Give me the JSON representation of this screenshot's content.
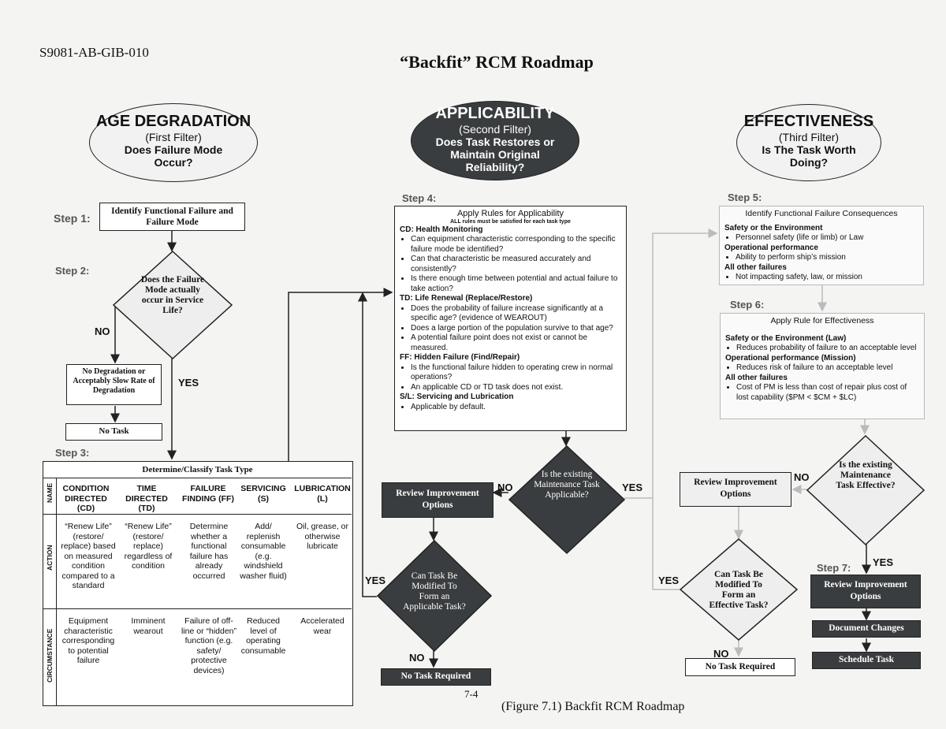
{
  "doc_number": "S9081-AB-GIB-010",
  "title": "“Backfit” RCM Roadmap",
  "filters": {
    "age": {
      "title": "AGE DEGRADATION",
      "subtitle": "(First Filter)",
      "question": "Does Failure Mode Occur?"
    },
    "applicability": {
      "title": "APPLICABILITY",
      "subtitle": "(Second Filter)",
      "question": "Does Task Restores or Maintain Original Reliability?"
    },
    "effectiveness": {
      "title": "EFFECTIVENESS",
      "subtitle": "(Third Filter)",
      "question": "Is The Task Worth Doing?"
    }
  },
  "steps": {
    "s1": "Step 1:",
    "s2": "Step 2:",
    "s3": "Step 3:",
    "s4": "Step 4:",
    "s5": "Step 5:",
    "s6": "Step 6:",
    "s7": "Step 7:"
  },
  "left": {
    "identify": "Identify Functional Failure and Failure Mode",
    "decision": "Does the Failure Mode actually occur in Service Life?",
    "no": "NO",
    "yes": "YES",
    "no_degradation": "No Degradation or Acceptably Slow Rate of Degradation",
    "no_task": "No Task"
  },
  "task_table": {
    "title": "Determine/Classify Task Type",
    "row_labels": [
      "NAME",
      "ACTION",
      "CIRCUMSTANCE"
    ],
    "names": [
      "CONDITION DIRECTED (CD)",
      "TIME DIRECTED (TD)",
      "FAILURE FINDING (FF)",
      "SERVICING (S)",
      "LUBRICATION (L)"
    ],
    "actions": [
      "“Renew Life” (restore/ replace) based on measured condition compared to a standard",
      "“Renew Life” (restore/ replace) regardless of condition",
      "Determine whether a functional failure has already occurred",
      "Add/ replenish consumable (e.g. windshield washer fluid)",
      "Oil, grease, or otherwise lubricate"
    ],
    "circumstances": [
      "Equipment characteristic corresponding to potential failure",
      "Imminent wearout",
      "Failure of off-line or “hidden” function (e.g. safety/ protective devices)",
      "Reduced level of operating consumable",
      "Accelerated wear"
    ]
  },
  "applicability_rules": {
    "heading": "Apply Rules for Applicability",
    "note": "ALL rules must be satisfied for each task type",
    "sections": [
      {
        "head": "CD:  Health Monitoring",
        "items": [
          "Can equipment characteristic corresponding to the specific failure mode be identified?",
          "Can that characteristic be measured accurately and consistently?",
          "Is there enough time between potential and actual failure to take action?"
        ]
      },
      {
        "head": "TD:  Life Renewal (Replace/Restore)",
        "items": [
          "Does the probability of failure increase significantly at a specific age? (evidence of WEAROUT)",
          "Does a large portion of the population survive to that age?",
          "A potential failure point does not exist or cannot be measured."
        ]
      },
      {
        "head": "FF:  Hidden Failure (Find/Repair)",
        "items": [
          "Is the functional failure hidden to operating crew in normal operations?",
          "An applicable CD or TD task does not exist."
        ]
      },
      {
        "head": "S/L: Servicing and Lubrication",
        "items": [
          "Applicable by default."
        ]
      }
    ]
  },
  "middle": {
    "applicable_q": "Is the existing Maintenance Task Applicable?",
    "yes": "YES",
    "no": "NO",
    "review": "Review Improvement Options",
    "modify_q": "Can Task Be Modified To Form an Applicable Task?",
    "yes2": "YES",
    "no2": "NO",
    "no_task_required": "No Task Required"
  },
  "consequences": {
    "heading": "Identify Functional Failure Consequences",
    "sections": [
      {
        "head": "Safety or the Environment",
        "items": [
          "Personnel safety (life or limb) or Law"
        ]
      },
      {
        "head": "Operational performance",
        "items": [
          "Ability to perform ship’s mission"
        ]
      },
      {
        "head": "All other failures",
        "items": [
          "Not impacting safety, law, or mission"
        ]
      }
    ]
  },
  "effectiveness_rules": {
    "heading": "Apply Rule for Effectiveness",
    "sections": [
      {
        "head": "Safety or the Environment (Law)",
        "items": [
          "Reduces probability of failure to an acceptable level"
        ]
      },
      {
        "head": "Operational performance (Mission)",
        "items": [
          "Reduces risk of failure to an acceptable level"
        ]
      },
      {
        "head": "All other failures",
        "items": [
          "Cost of PM is less than cost of repair plus cost of lost capability ($PM < $CM + $LC)"
        ]
      }
    ]
  },
  "right": {
    "effective_q": "Is the existing Maintenance Task Effective?",
    "no": "NO",
    "yes": "YES",
    "review": "Review Improvement Options",
    "modify_q": "Can Task Be Modified To Form an Effective Task?",
    "yes2": "YES",
    "no2": "NO",
    "no_task_required": "No Task Required",
    "review7": "Review Improvement Options",
    "document": "Document Changes",
    "schedule": "Schedule Task"
  },
  "page_number": "7-4",
  "caption": "(Figure 7.1) Backfit RCM Roadmap",
  "colors": {
    "dark_fill": "#3a3d3f",
    "light_border": "#b9b9b9",
    "paper": "#f4f4f2"
  }
}
